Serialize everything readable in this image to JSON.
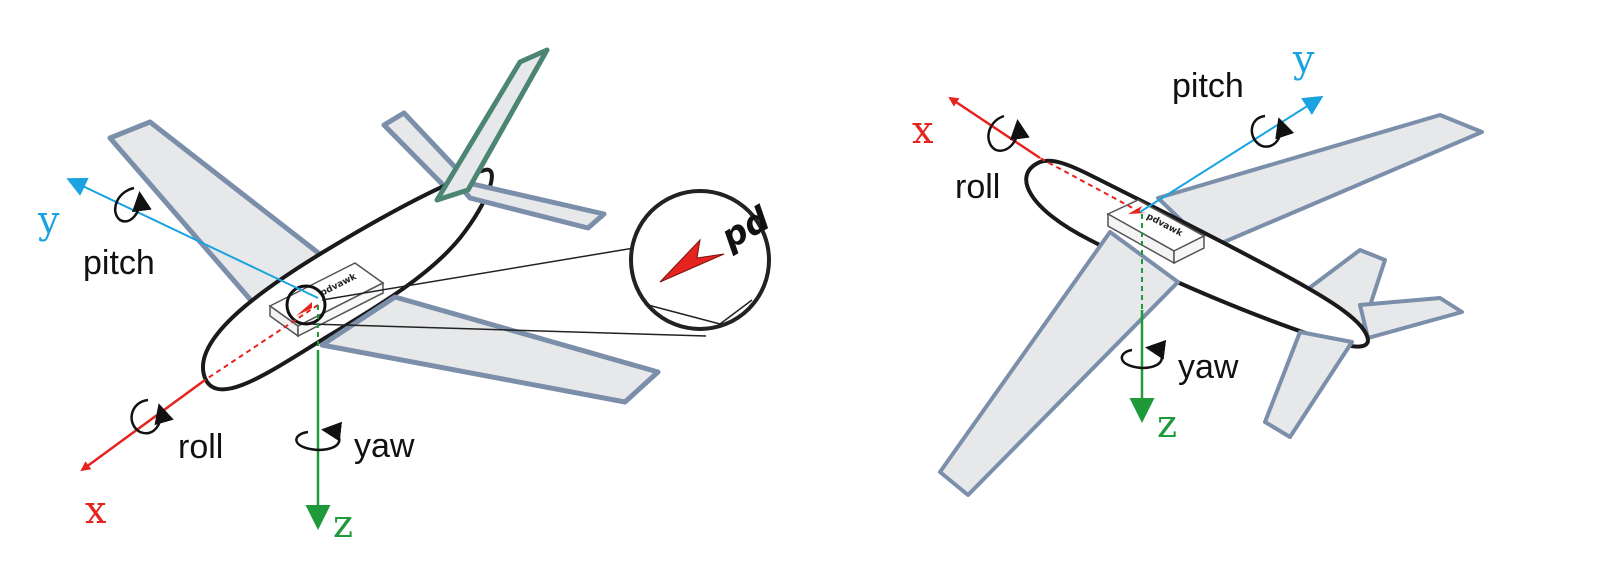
{
  "colors": {
    "x_axis": "#e52420",
    "y_axis": "#1aa3e0",
    "z_axis": "#1f9a3b",
    "wing_fill": "#e6e8ea",
    "wing_stroke": "#7b8eaa",
    "tail_fin_stroke": "#4d8574",
    "body_stroke": "#1a1a1a",
    "indicator": "#e52420"
  },
  "icons": {
    "rotation_arrow": "circular-rotation-arrow-icon",
    "device_marker": "red-arrow-marker-icon"
  },
  "left_diagram": {
    "axis_x": "x",
    "axis_y": "y",
    "axis_z": "z",
    "roll": "roll",
    "pitch": "pitch",
    "yaw": "yaw",
    "device_brand": "pdvawk",
    "zoom_brand": "pd"
  },
  "right_diagram": {
    "axis_x": "x",
    "axis_y": "y",
    "axis_z": "z",
    "roll": "roll",
    "pitch": "pitch",
    "yaw": "yaw",
    "device_brand": "pdvawk"
  }
}
